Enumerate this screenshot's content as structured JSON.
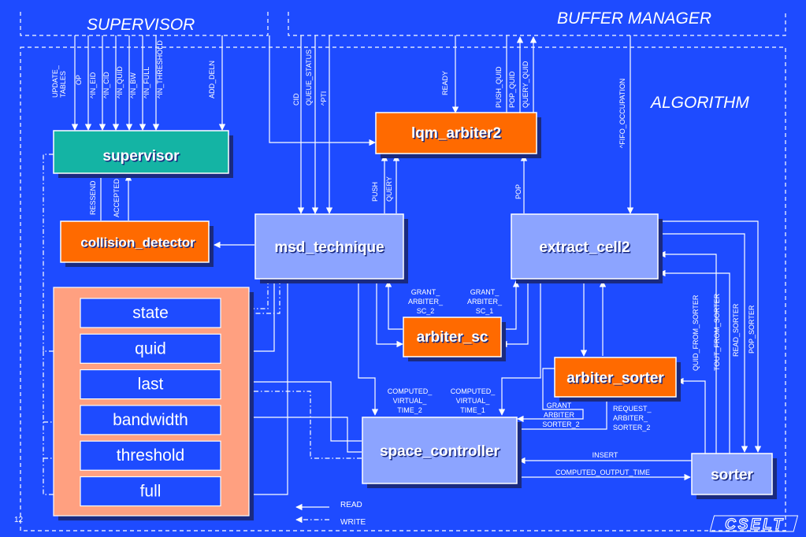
{
  "regions": {
    "supervisor": "SUPERVISOR",
    "buffer_manager": "BUFFER MANAGER",
    "algorithm": "ALGORITHM"
  },
  "blocks": {
    "supervisor": "supervisor",
    "lqm_arbiter2": "lqm_arbiter2",
    "collision_detector": "collision_detector",
    "msd_technique": "msd_technique",
    "extract_cell2": "extract_cell2",
    "arbiter_sc": "arbiter_sc",
    "arbiter_sorter": "arbiter_sorter",
    "space_controller": "space_controller",
    "sorter": "sorter"
  },
  "tables": [
    "state",
    "quid",
    "last",
    "bandwidth",
    "threshold",
    "full"
  ],
  "signals": {
    "update_tables": [
      "UPDATE_",
      "TABLES"
    ],
    "op": "OP",
    "in_eid": "^IN_EID",
    "in_cid": "^IN_CID",
    "in_quid": "^IN_QUID",
    "in_bw": "^IN_BW",
    "in_full": "^IN_FULL",
    "in_threshold": "^IN_THRESHOLD",
    "add_deln": "ADD_DELN",
    "cid": "CID",
    "queue_status": "QUEUE_STATUS",
    "pti": "^PTI",
    "ready": "READY",
    "push_quid": "PUSH_QUID",
    "pop_quid": "POP_QUID",
    "query_quid": "QUERY_QUID",
    "fifo_occupation": "^FIFO_OCCUPATION",
    "ressend": "RESSEND",
    "accepted": "ACCEPTED",
    "push": "PUSH",
    "query": "QUERY",
    "pop": "POP",
    "grant_arbiter_sc_2": [
      "GRANT_",
      "ARBITER_",
      "SC_2"
    ],
    "grant_arbiter_sc_1": [
      "GRANT_",
      "ARBITER_",
      "SC_1"
    ],
    "computed_virtual_time_2": [
      "COMPUTED_",
      "VIRTUAL_",
      "TIME_2"
    ],
    "computed_virtual_time_1": [
      "COMPUTED_",
      "VIRTUAL_",
      "TIME_1"
    ],
    "grant_arbiter_sorter_2": [
      "GRANT_",
      "ARBITER_",
      "SORTER_2"
    ],
    "request_arbiter_sorter_2": [
      "REQUEST_",
      "ARBITER_",
      "SORTER_2"
    ],
    "quid_from_sorter": "QUID_FROM_SORTER",
    "tout_from_sorter": "TOUT_FROM_SORTER",
    "read_sorter": "READ_SORTER",
    "pop_sorter": "POP_SORTER",
    "insert": "INSERT",
    "computed_output_time": "COMPUTED_OUTPUT_TIME"
  },
  "legend": {
    "read": "READ",
    "write": "WRITE"
  },
  "footer": {
    "page_number": "12",
    "logo": "CSELT"
  },
  "colors": {
    "background": "#1e4bff",
    "teal_block": "#14b4a4",
    "orange_block": "#ff6a00",
    "lavender_block": "#8ca4ff",
    "table_panel": "#ffa080",
    "table_cell": "#1e4bff",
    "shadow": "#1a2a80"
  }
}
